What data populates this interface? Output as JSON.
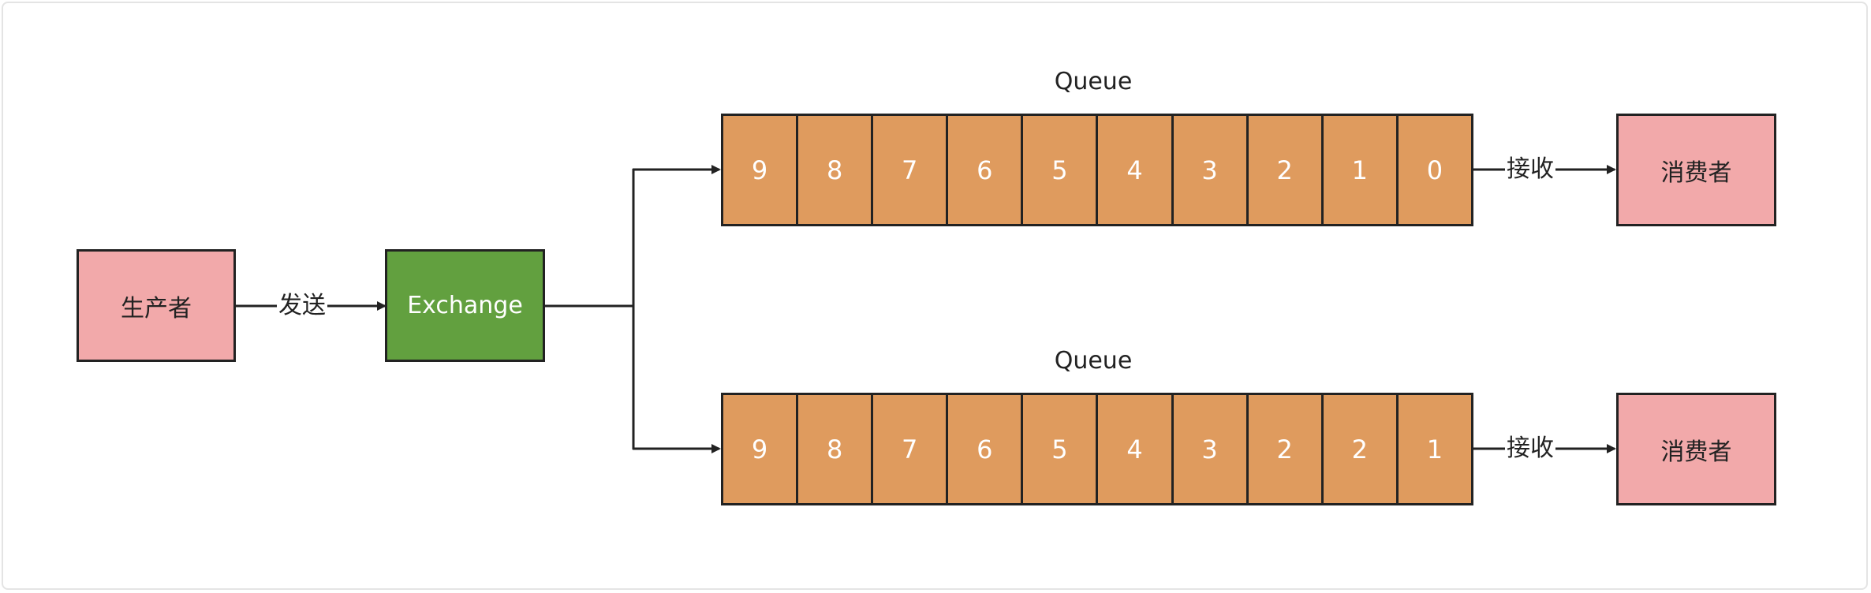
{
  "producer": {
    "label": "生产者"
  },
  "send_label": "发送",
  "exchange": {
    "label": "Exchange"
  },
  "queues": [
    {
      "title": "Queue",
      "cells": [
        "9",
        "8",
        "7",
        "6",
        "5",
        "4",
        "3",
        "2",
        "1",
        "0"
      ],
      "receive_label": "接收",
      "consumer": "消费者"
    },
    {
      "title": "Queue",
      "cells": [
        "9",
        "8",
        "7",
        "6",
        "5",
        "4",
        "3",
        "2",
        "2",
        "1"
      ],
      "receive_label": "接收",
      "consumer": "消费者"
    }
  ],
  "colors": {
    "producer": "#f2a9aa",
    "exchange": "#62a03f",
    "queue": "#df9b5e",
    "consumer": "#f2a9aa"
  }
}
